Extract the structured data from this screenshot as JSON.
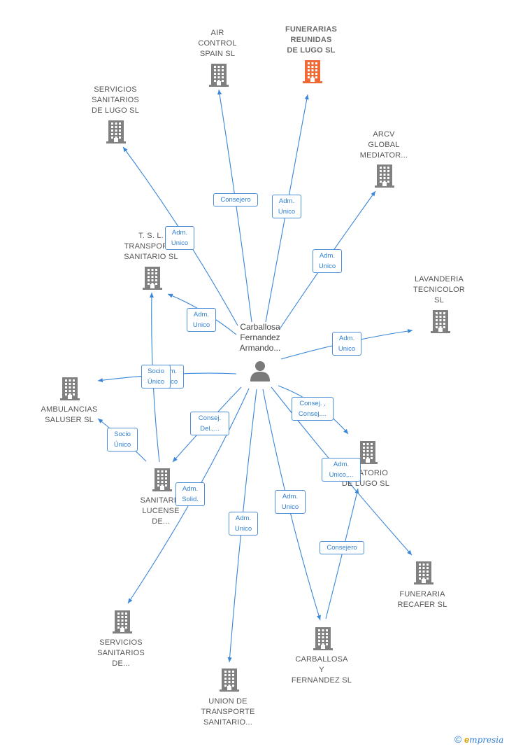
{
  "center": {
    "name": "Carballosa\nFernandez\nArmando..."
  },
  "colors": {
    "edge": "#3a86d8",
    "icon": "#808080",
    "highlight": "#f06a35"
  },
  "companies": [
    {
      "id": "air",
      "label": "AIR\nCONTROL\nSPAIN  SL",
      "highlight": false
    },
    {
      "id": "funerarias",
      "label": "FUNERARIAS\nREUNIDAS\nDE LUGO  SL",
      "highlight": true
    },
    {
      "id": "servlugo",
      "label": "SERVICIOS\nSANITARIOS\nDE LUGO SL",
      "highlight": false
    },
    {
      "id": "arcv",
      "label": "ARCV\nGLOBAL\nMEDIATOR...",
      "highlight": false
    },
    {
      "id": "tsl",
      "label": "T.  S. L.\nTRANSPORTE\nSANITARIO  SL",
      "highlight": false
    },
    {
      "id": "lavanderia",
      "label": "LAVANDERIA\nTECNICOLOR\nSL",
      "highlight": false
    },
    {
      "id": "ambulancias",
      "label": "AMBULANCIAS\nSALUSER  SL",
      "highlight": false
    },
    {
      "id": "tanatorio",
      "label": "TANATORIO\nDE LUGO SL",
      "highlight": false
    },
    {
      "id": "lucense",
      "label": "SANITARIA\nLUCENSE\nDE...",
      "highlight": false
    },
    {
      "id": "recafer",
      "label": "FUNERARIA\nRECAFER SL",
      "highlight": false
    },
    {
      "id": "servde",
      "label": "SERVICIOS\nSANITARIOS\nDE...",
      "highlight": false
    },
    {
      "id": "carballosa",
      "label": "CARBALLOSA\nY\nFERNANDEZ SL",
      "highlight": false
    },
    {
      "id": "union",
      "label": "UNION DE\nTRANSPORTE\nSANITARIO...",
      "highlight": false
    }
  ],
  "relations": [
    {
      "from": "person",
      "to": "air",
      "label": "Consejero"
    },
    {
      "from": "person",
      "to": "funerarias",
      "label": "Adm.\nUnico"
    },
    {
      "from": "person",
      "to": "servlugo",
      "label": "Adm.\nUnico"
    },
    {
      "from": "person",
      "to": "arcv",
      "label": "Adm.\nUnico"
    },
    {
      "from": "person",
      "to": "tsl",
      "label": "Adm.\nUnico"
    },
    {
      "from": "person",
      "to": "lavanderia",
      "label": "Adm.\nUnico"
    },
    {
      "from": "person",
      "to": "ambulancias",
      "label": "Adm.\nUnico"
    },
    {
      "from": "person",
      "to": "lucense",
      "label": "Consej.\nDel.,..."
    },
    {
      "from": "person",
      "to": "tanatorio",
      "label": "Consej. ,\nConsej...."
    },
    {
      "from": "person",
      "to": "recafer",
      "label": "Adm.\nUnico,..."
    },
    {
      "from": "person",
      "to": "servde",
      "label": "Adm.\nSolid."
    },
    {
      "from": "person",
      "to": "union",
      "label": "Adm.\nUnico"
    },
    {
      "from": "person",
      "to": "carballosa",
      "label": "Adm.\nUnico"
    },
    {
      "from": "lucense",
      "to": "tsl",
      "label": "Socio\nÚnico"
    },
    {
      "from": "lucense",
      "to": "ambulancias",
      "label": "Socio\nÚnico"
    },
    {
      "from": "carballosa",
      "to": "tanatorio",
      "label": "Consejero"
    }
  ],
  "brand": {
    "copyright": "©",
    "name_first": "e",
    "name_rest": "mpresia"
  }
}
